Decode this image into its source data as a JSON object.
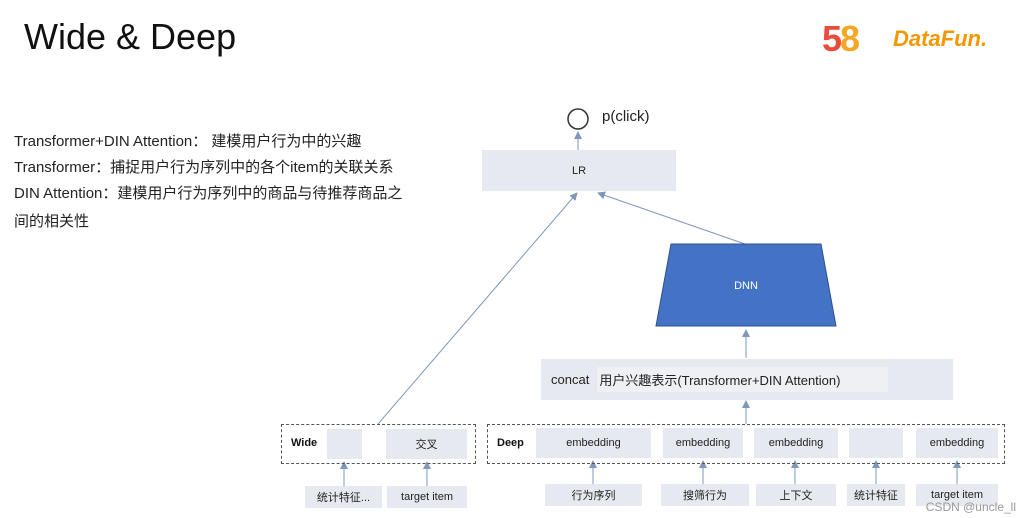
{
  "slide": {
    "title": "Wide & Deep",
    "logo_58": [
      "5",
      "8"
    ],
    "logo_datafun": "DataFun."
  },
  "description": [
    "Transformer+DIN Attention： 建模用户行为中的兴趣",
    "Transformer：捕捉用户行为序列中的各个item的关联关系",
    "DIN Attention：建模用户行为序列中的商品与待推荐商品之",
    "间的相关性"
  ],
  "diagram": {
    "output": "p(click)",
    "lr": "LR",
    "dnn": "DNN",
    "concat_label": "concat",
    "concat_inner": "用户兴趣表示(Transformer+DIN Attention)",
    "wide": {
      "label": "Wide",
      "cross": "交叉",
      "inputs": [
        "统计特征...",
        "target item"
      ]
    },
    "deep": {
      "label": "Deep",
      "embedding": "embedding",
      "inputs": [
        "行为序列",
        "搜筛行为",
        "上下文",
        "统计特征",
        "target item"
      ]
    }
  },
  "colors": {
    "dnn_fill": "#4472c4",
    "box_fill": "#e6e9ef",
    "arrow": "#7f97b8"
  },
  "watermark": "CSDN @uncle_ll"
}
